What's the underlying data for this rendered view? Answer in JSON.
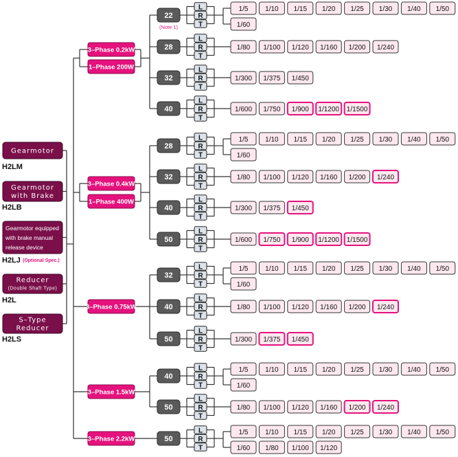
{
  "colors": {
    "product_box": "#7a0f4a",
    "phase_box": "#e5127d",
    "frame_box": "#5a5a5a",
    "lrt_box": "#dde3ea",
    "ratio_box": "#fde8ef",
    "ratio_highlight_border": "#e5127d",
    "note_text": "#e0157f"
  },
  "products": [
    {
      "label_lines": [
        "Gearmotor"
      ],
      "model": "H2LM",
      "note": ""
    },
    {
      "label_lines": [
        "Gearmotor",
        "with Brake"
      ],
      "model": "H2LB",
      "note": ""
    },
    {
      "label_lines": [
        "Gearmotor equipped",
        "with brake manual",
        "release device"
      ],
      "model": "H2LJ",
      "note": "(Optional Spec.)"
    },
    {
      "label_lines": [
        "Reducer"
      ],
      "sub": "(Double Shaft Type)",
      "model": "H2L",
      "note": ""
    },
    {
      "label_lines": [
        "S–Type",
        "Reducer"
      ],
      "model": "H2LS",
      "note": ""
    }
  ],
  "mounting_options": [
    "L",
    "R",
    "T"
  ],
  "groups": [
    {
      "phases": [
        "3–Phase 0.2kW",
        "1–Phase 200W"
      ],
      "frames": [
        {
          "size": "22",
          "note": "(Note 1)",
          "ratios": [
            [
              "1/5",
              "1/10",
              "1/15",
              "1/20",
              "1/25",
              "1/30",
              "1/40",
              "1/50"
            ],
            [
              "1/60"
            ]
          ],
          "highlighted": []
        },
        {
          "size": "28",
          "note": "",
          "ratios": [
            [
              "1/80",
              "1/100",
              "1/120",
              "1/160",
              "1/200",
              "1/240"
            ]
          ],
          "highlighted": []
        },
        {
          "size": "32",
          "note": "",
          "ratios": [
            [
              "1/300",
              "1/375",
              "1/450"
            ]
          ],
          "highlighted": []
        },
        {
          "size": "40",
          "note": "",
          "ratios": [
            [
              "1/600",
              "1/750",
              "1/900",
              "1/1200",
              "1/1500"
            ]
          ],
          "highlighted": [
            "1/900",
            "1/1200",
            "1/1500"
          ]
        }
      ]
    },
    {
      "phases": [
        "3–Phase 0.4kW",
        "1–Phase 400W"
      ],
      "frames": [
        {
          "size": "28",
          "note": "",
          "ratios": [
            [
              "1/5",
              "1/10",
              "1/15",
              "1/20",
              "1/25",
              "1/30",
              "1/40",
              "1/50"
            ],
            [
              "1/60"
            ]
          ],
          "highlighted": []
        },
        {
          "size": "32",
          "note": "",
          "ratios": [
            [
              "1/80",
              "1/100",
              "1/120",
              "1/160",
              "1/200",
              "1/240"
            ]
          ],
          "highlighted": [
            "1/240"
          ]
        },
        {
          "size": "40",
          "note": "",
          "ratios": [
            [
              "1/300",
              "1/375",
              "1/450"
            ]
          ],
          "highlighted": [
            "1/450"
          ]
        },
        {
          "size": "50",
          "note": "",
          "ratios": [
            [
              "1/600",
              "1/750",
              "1/900",
              "1/1200",
              "1/1500"
            ]
          ],
          "highlighted": [
            "1/750",
            "1/900",
            "1/1200",
            "1/1500"
          ]
        }
      ]
    },
    {
      "phases": [
        "3–Phase 0.75kW"
      ],
      "frames": [
        {
          "size": "32",
          "note": "",
          "ratios": [
            [
              "1/5",
              "1/10",
              "1/15",
              "1/20",
              "1/25",
              "1/30",
              "1/40",
              "1/50"
            ],
            [
              "1/60"
            ]
          ],
          "highlighted": []
        },
        {
          "size": "40",
          "note": "",
          "ratios": [
            [
              "1/80",
              "1/100",
              "1/120",
              "1/160",
              "1/200",
              "1/240"
            ]
          ],
          "highlighted": [
            "1/240"
          ]
        },
        {
          "size": "50",
          "note": "",
          "ratios": [
            [
              "1/300",
              "1/375",
              "1/450"
            ]
          ],
          "highlighted": [
            "1/375",
            "1/450"
          ]
        }
      ]
    },
    {
      "phases": [
        "3–Phase 1.5kW"
      ],
      "frames": [
        {
          "size": "40",
          "note": "",
          "ratios": [
            [
              "1/5",
              "1/10",
              "1/15",
              "1/20",
              "1/25",
              "1/30",
              "1/40",
              "1/50"
            ],
            [
              "1/60"
            ]
          ],
          "highlighted": []
        },
        {
          "size": "50",
          "note": "",
          "ratios": [
            [
              "1/80",
              "1/100",
              "1/120",
              "1/160",
              "1/200",
              "1/240"
            ]
          ],
          "highlighted": [
            "1/200",
            "1/240"
          ]
        }
      ]
    },
    {
      "phases": [
        "3–Phase 2.2kW"
      ],
      "frames": [
        {
          "size": "50",
          "note": "",
          "ratios": [
            [
              "1/5",
              "1/10",
              "1/15",
              "1/20",
              "1/25",
              "1/30",
              "1/40",
              "1/50"
            ],
            [
              "1/60",
              "1/80",
              "1/100",
              "1/120"
            ]
          ],
          "highlighted": []
        }
      ]
    }
  ]
}
